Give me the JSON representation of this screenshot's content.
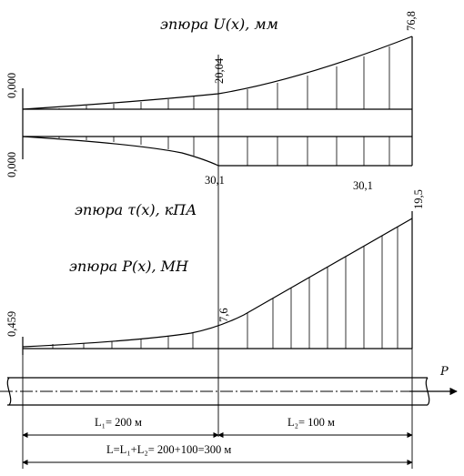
{
  "titles": {
    "u": "эпюра U(x), мм",
    "tau": "эпюра τ(x), кПА",
    "p": "эпюра P(x), МН"
  },
  "u_diagram": {
    "start_top": "0,000",
    "mid_top": "20,04",
    "end_top": "76,8",
    "start_bottom": "0,000",
    "mid_bottom": "30,1",
    "end_bottom": "30,1"
  },
  "p_diagram": {
    "start": "0,459",
    "mid": "7,6",
    "end": "19,5"
  },
  "force_label": "P",
  "dimensions": {
    "l1": "L₁= 200 м",
    "l2": "L₂= 100 м",
    "total": "L=L₁+L₂= 200+100=300 м"
  }
}
